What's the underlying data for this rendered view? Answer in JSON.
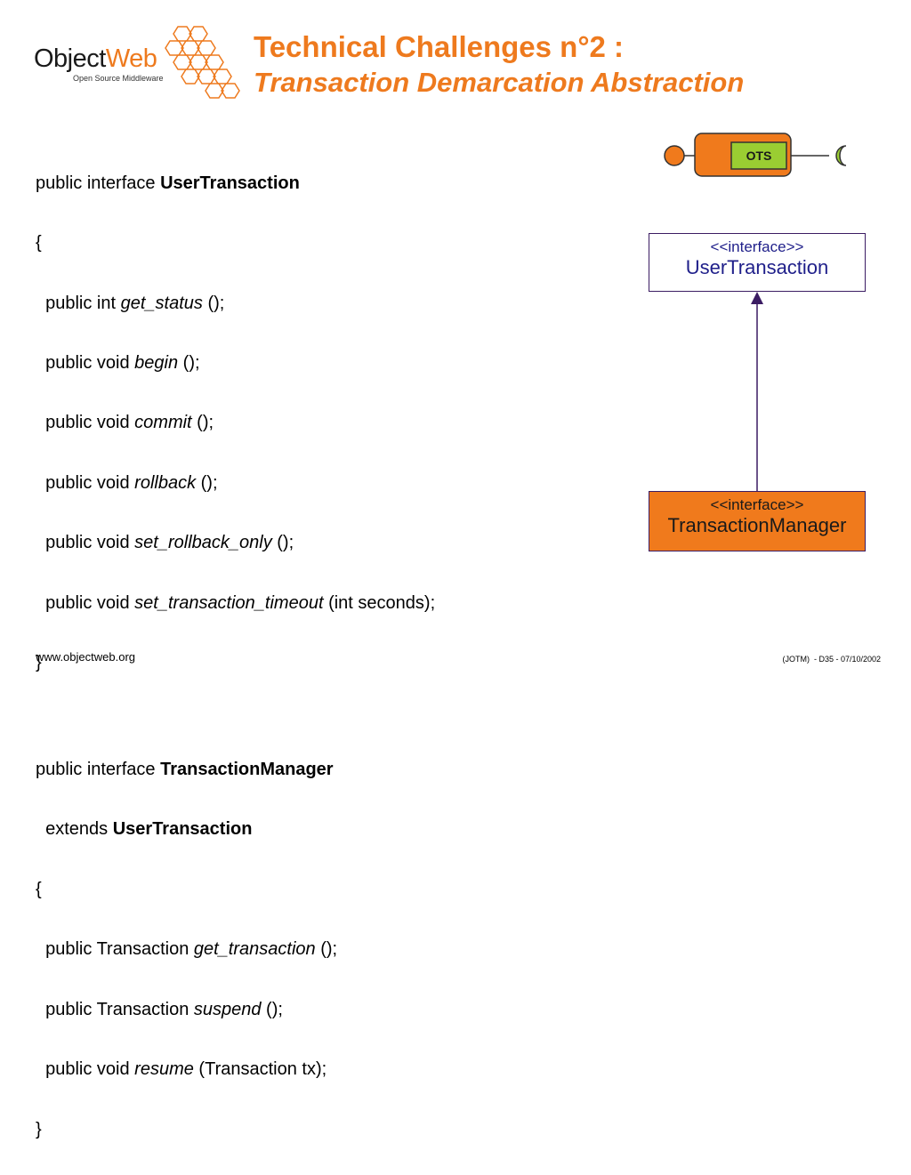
{
  "logo": {
    "word1": "Object",
    "word2": "Web",
    "subtitle": "Open Source Middleware"
  },
  "title": {
    "line1": "Technical Challenges n°2 :",
    "line2": "Transaction Demarcation Abstraction"
  },
  "code": {
    "ut": {
      "decl": "public interface ",
      "name": "UserTransaction",
      "open": "{",
      "methods": [
        {
          "prefix": "  public int ",
          "name": "get_status",
          "suffix": " ();"
        },
        {
          "prefix": "  public void ",
          "name": "begin",
          "suffix": " ();"
        },
        {
          "prefix": "  public void ",
          "name": "commit",
          "suffix": " ();"
        },
        {
          "prefix": "  public void ",
          "name": "rollback",
          "suffix": " ();"
        },
        {
          "prefix": "  public void ",
          "name": "set_rollback_only",
          "suffix": " ();"
        },
        {
          "prefix": "  public void ",
          "name": "set_transaction_timeout",
          "suffix": " (int seconds);"
        }
      ],
      "close": "}"
    },
    "tm": {
      "decl": "public interface ",
      "name": "TransactionManager",
      "extends_kw": "  extends ",
      "extends_name": "UserTransaction",
      "open": "{",
      "methods": [
        {
          "prefix": "  public Transaction ",
          "name": "get_transaction",
          "suffix": " ();"
        },
        {
          "prefix": "  public Transaction ",
          "name": "suspend",
          "suffix": " ();"
        },
        {
          "prefix": "  public void ",
          "name": "resume",
          "suffix": " (Transaction tx);"
        }
      ],
      "close": "}"
    }
  },
  "diagram": {
    "component_label": "OTS",
    "ut_stereotype": "<<interface>>",
    "ut_name": "UserTransaction",
    "tm_stereotype": "<<interface>>",
    "tm_name": "TransactionManager"
  },
  "footer": {
    "url": "www.objectweb.org",
    "meta": "(JOTM)  - D35 - 07/10/2002"
  },
  "colors": {
    "accent": "#ee7a1e",
    "uml_border": "#3b1c63",
    "ots_green": "#9acd32"
  }
}
